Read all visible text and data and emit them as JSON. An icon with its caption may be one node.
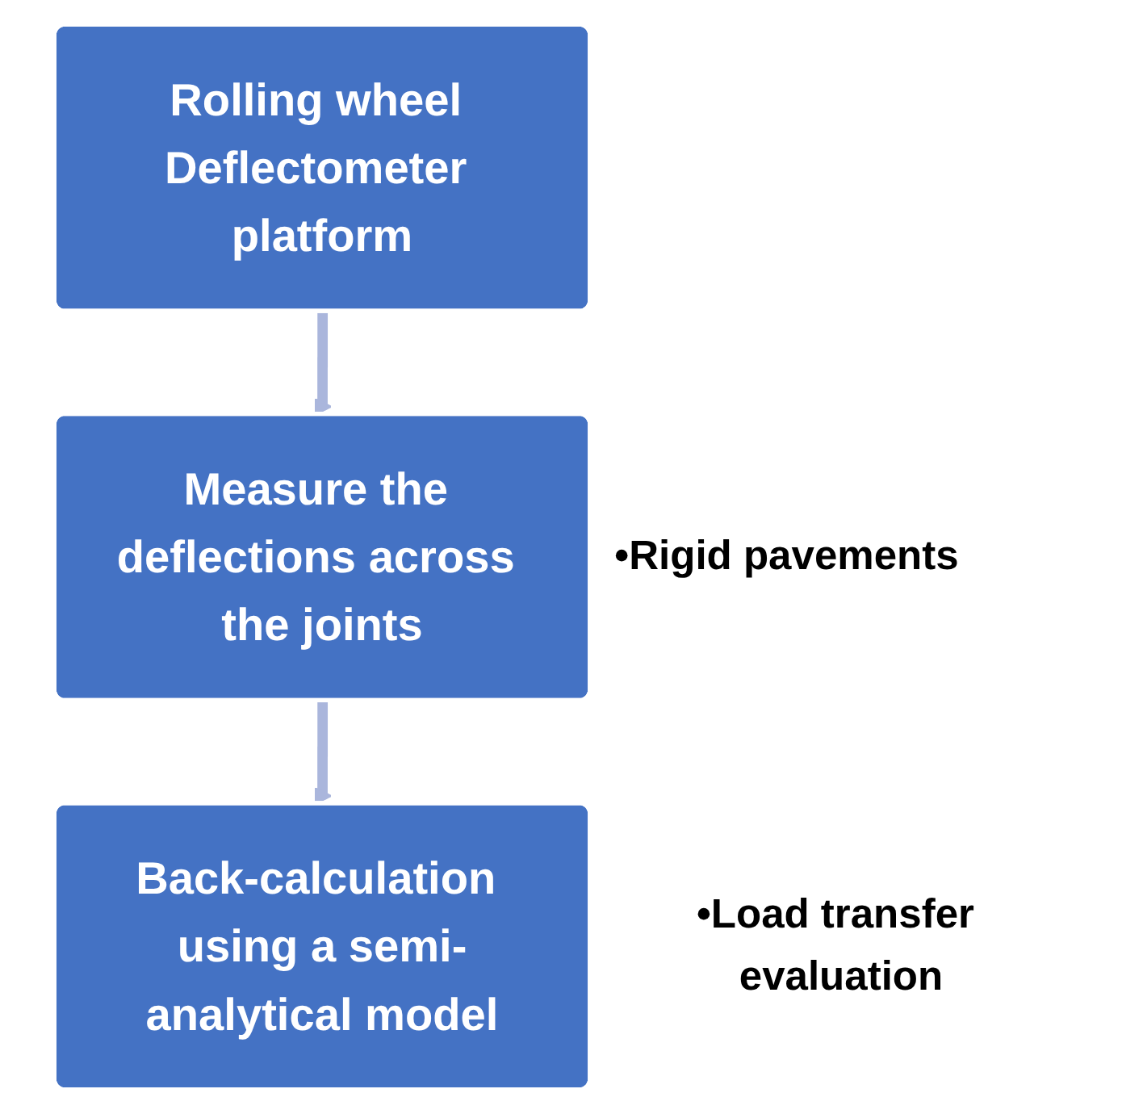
{
  "diagram": {
    "nodes": [
      {
        "text": [
          "Rolling wheel Deflectometer platform"
        ]
      },
      {
        "text": [
          "Measure the deflections across the joints"
        ],
        "beside": [
          "•Rigid pavements"
        ]
      },
      {
        "text": [
          "Back-calculation using a semi-analytical model"
        ],
        "beside": [
          "•Load transfer evaluation"
        ]
      }
    ],
    "edges": [
      {
        "from": 0,
        "to": 1,
        "arrow": "to"
      },
      {
        "from": 1,
        "to": 2,
        "arrow": "to"
      }
    ]
  }
}
